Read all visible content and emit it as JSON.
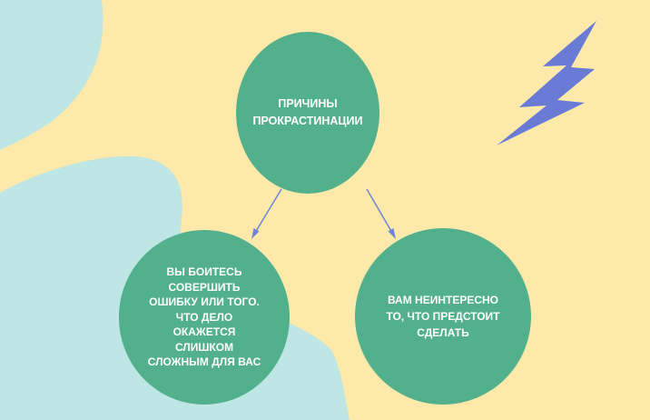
{
  "diagram": {
    "root": {
      "label": "ПРИЧИНЫ\nПРОКРАСТИНАЦИИ"
    },
    "children": [
      {
        "label": "ВЫ БОИТЕСЬ\nСОВЕРШИТЬ\nОШИБКУ ИЛИ ТОГО.\nЧТО ДЕЛО\nОКАЖЕТСЯ\nСЛИШКОМ\nСЛОЖНЫМ ДЛЯ ВАС"
      },
      {
        "label": "ВАМ НЕИНТЕРЕСНО\nТО, ЧТО ПРЕДСТОИТ\nСДЕЛАТЬ"
      }
    ]
  },
  "colors": {
    "background": "#fde9a9",
    "blob": "#bde6e4",
    "node": "#52b08d",
    "arrow": "#6f84d8",
    "lightning": "#6a7bd6",
    "node_text": "#ffffff"
  },
  "decorations": {
    "lightning_icon": "lightning-bolt-icon"
  }
}
